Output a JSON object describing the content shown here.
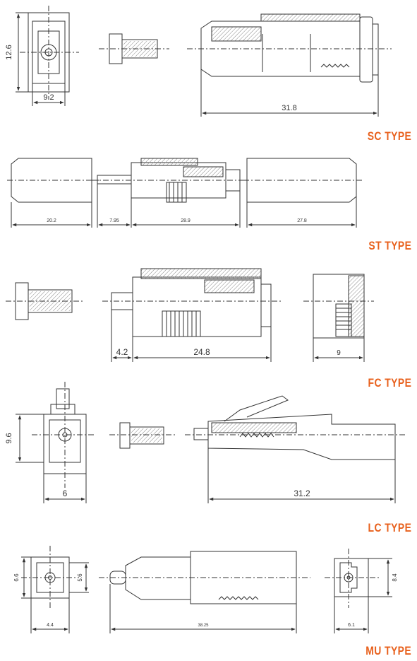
{
  "colors": {
    "accent": "#e8601c",
    "line": "#333333",
    "hatch": "#888888"
  },
  "sections": [
    {
      "label": "SC TYPE",
      "dims": {
        "height": "12.6",
        "width": "9.2",
        "length": "31.8"
      }
    },
    {
      "label": "ST TYPE",
      "dims": {
        "cap_left": "20.2",
        "tip": "7.95",
        "body": "28.9",
        "cap_right": "27.8"
      }
    },
    {
      "label": "FC TYPE",
      "dims": {
        "tip": "4.2",
        "body": "24.8",
        "nut": "9"
      }
    },
    {
      "label": "LC TYPE",
      "dims": {
        "height": "9.6",
        "width": "6",
        "length": "31.2"
      }
    },
    {
      "label": "MU TYPE",
      "dims": {
        "height": "6.6",
        "inner_height": "5.6",
        "width": "4.4",
        "length": "38.25",
        "end_width": "6.1",
        "end_height": "8.4"
      }
    }
  ]
}
